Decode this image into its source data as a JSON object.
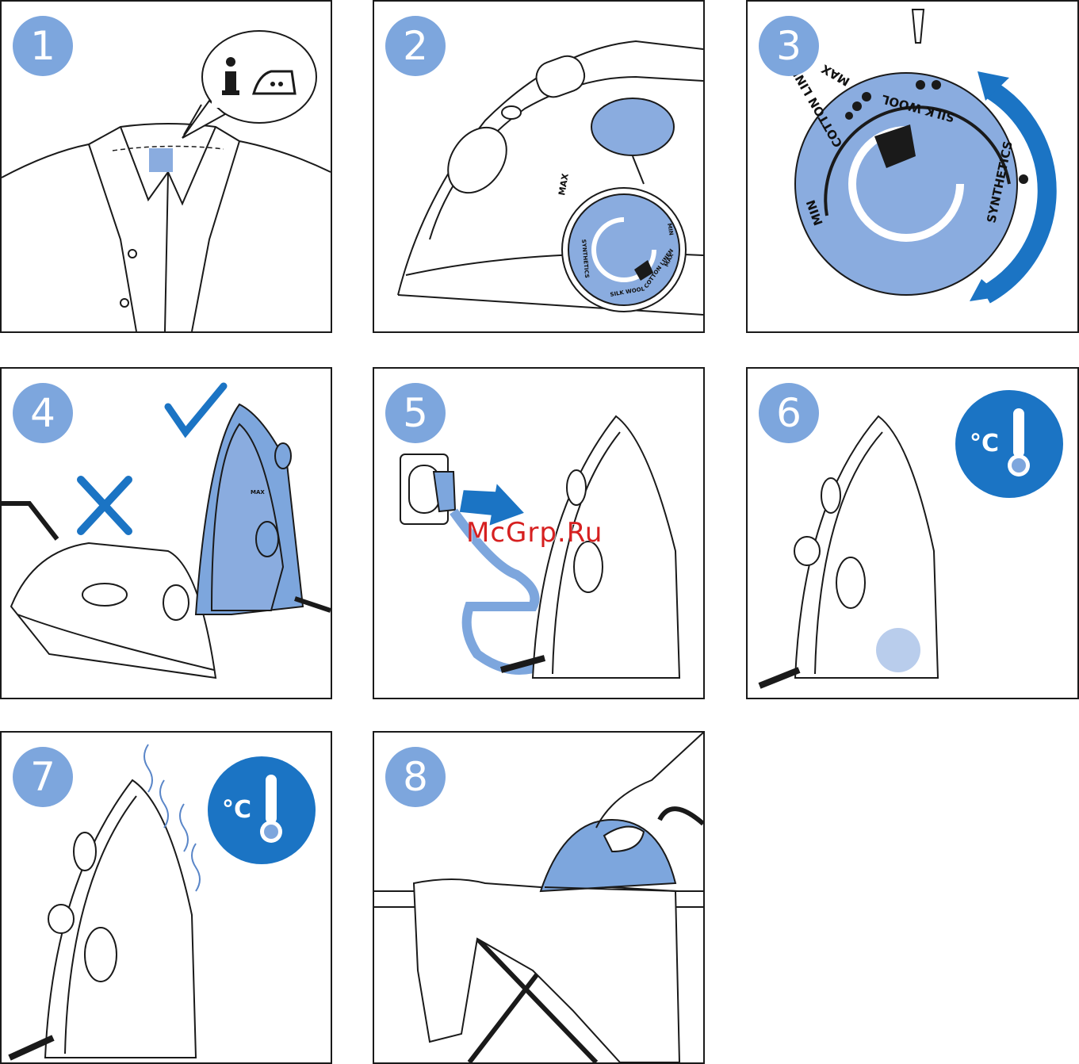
{
  "steps": [
    {
      "number": "1"
    },
    {
      "number": "2",
      "iron_label": "MAX",
      "dial_labels": [
        "SYNTHETICS",
        "SILK WOOL",
        "COTTON LINEN",
        "MAX",
        "MIN"
      ]
    },
    {
      "number": "3",
      "dial_labels": {
        "max": "MAX",
        "cotton_linen": "COTTON LINEN",
        "silk_wool": "SILK WOOL",
        "synthetics": "SYNTHETICS",
        "min": "MIN"
      }
    },
    {
      "number": "4",
      "iron_label": "MAX"
    },
    {
      "number": "5"
    },
    {
      "number": "6",
      "temp_unit": "°C"
    },
    {
      "number": "7",
      "temp_unit": "°C"
    },
    {
      "number": "8"
    }
  ],
  "watermark": "McGrp.Ru",
  "icons": [
    "info-icon",
    "iron-icon",
    "cross-icon",
    "checkmark-icon",
    "thermometer-icon",
    "arrow-icon",
    "socket-icon"
  ],
  "colors": {
    "badge": "#7da6dd",
    "dial": "#8aacdf",
    "accent": "#1b74c4",
    "outline": "#1a1a1a"
  }
}
